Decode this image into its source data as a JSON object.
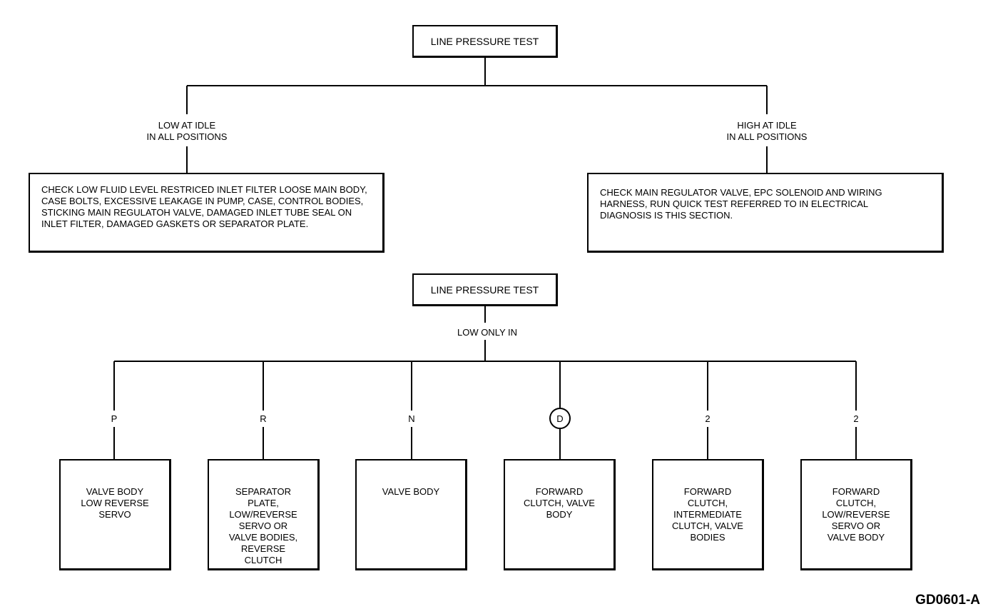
{
  "top": {
    "title": "LINE PRESSURE TEST",
    "left_branch": {
      "condition": "LOW AT IDLE\nIN ALL POSITIONS",
      "action": "CHECK LOW FLUID LEVEL RESTRICED INLET FILTER LOOSE MAIN BODY, CASE BOLTS, EXCESSIVE LEAKAGE IN PUMP, CASE, CONTROL BODIES, STICKING MAIN REGULATOH VALVE, DAMAGED INLET TUBE SEAL ON INLET FILTER, DAMAGED GASKETS OR SEPARATOR PLATE."
    },
    "right_branch": {
      "condition": "HIGH AT IDLE\nIN ALL POSITIONS",
      "action": "CHECK MAIN REGULATOR VALVE, EPC SOLENOID AND WIRING HARNESS, RUN QUICK TEST REFERRED TO IN ELECTRICAL DIAGNOSIS IS THIS SECTION."
    }
  },
  "bottom": {
    "title": "LINE PRESSURE TEST",
    "condition": "LOW ONLY IN",
    "positions": [
      {
        "label": "P",
        "circled": false,
        "result": "VALVE BODY\nLOW REVERSE\nSERVO"
      },
      {
        "label": "R",
        "circled": false,
        "result": "SEPARATOR\nPLATE,\nLOW/REVERSE\nSERVO OR\nVALVE BODIES,\nREVERSE\nCLUTCH"
      },
      {
        "label": "N",
        "circled": false,
        "result": "VALVE BODY"
      },
      {
        "label": "D",
        "circled": true,
        "result": "FORWARD\nCLUTCH, VALVE\nBODY"
      },
      {
        "label": "2",
        "circled": false,
        "result": "FORWARD\nCLUTCH,\nINTERMEDIATE\nCLUTCH, VALVE\nBODIES"
      },
      {
        "label": "2",
        "circled": false,
        "result": "FORWARD\nCLUTCH,\nLOW/REVERSE\nSERVO OR\nVALVE BODY"
      }
    ]
  },
  "figure_code": "GD0601-A"
}
